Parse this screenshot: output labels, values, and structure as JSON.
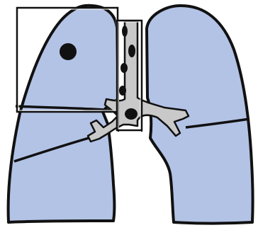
{
  "diagram": {
    "subject": "lungs-with-highlighted-regions",
    "colors": {
      "lung_fill": "#b3c3e6",
      "outline": "#111111",
      "airway_fill": "#c9c9c9",
      "highlight_box": "#111111",
      "nodule": "#111111",
      "background": "#ffffff"
    },
    "icons": [
      "lungs",
      "trachea",
      "bronchi",
      "nodule",
      "highlight-box"
    ]
  }
}
